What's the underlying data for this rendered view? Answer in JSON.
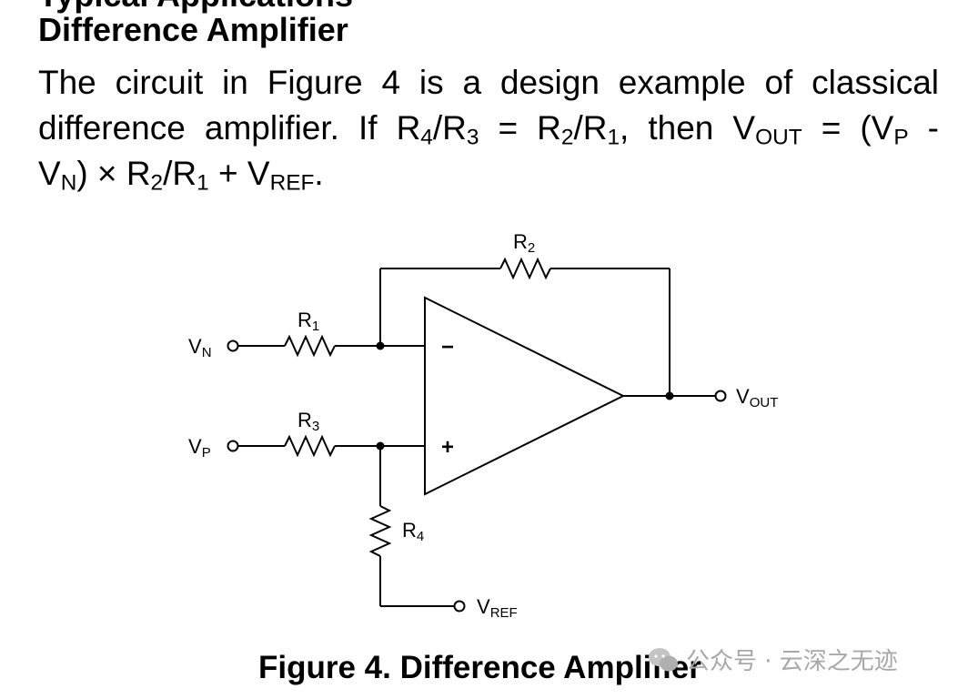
{
  "section": {
    "cut_heading": "Typical Applications",
    "heading": "Difference Amplifier"
  },
  "paragraph": {
    "p1": "The circuit in Figure 4 is a design example of classical",
    "p2a": "difference amplifier. If R",
    "r4": "4",
    "slash1": "/R",
    "r3": "3",
    "p2b": " = R",
    "r2a": "2",
    "slash2": "/R",
    "r1a": "1",
    "p2c": ", then V",
    "out": "OUT",
    "p2d": " = (V",
    "p": "P",
    "p2e": " -",
    "p3a": "V",
    "n": "N",
    "p3b": ") × R",
    "r2b": "2",
    "slash3": "/R",
    "r1b": "1",
    "p3c": " + V",
    "ref": "REF",
    "p3d": "."
  },
  "circuit": {
    "vn": {
      "main": "V",
      "sub": "N"
    },
    "vp": {
      "main": "V",
      "sub": "P"
    },
    "vout": {
      "main": "V",
      "sub": "OUT"
    },
    "vref": {
      "main": "V",
      "sub": "REF"
    },
    "r1": {
      "main": "R",
      "sub": "1"
    },
    "r2": {
      "main": "R",
      "sub": "2"
    },
    "r3": {
      "main": "R",
      "sub": "3"
    },
    "r4": {
      "main": "R",
      "sub": "4"
    },
    "minus": "−",
    "plus": "+"
  },
  "caption": "Figure 4. Difference Amplifier",
  "watermark": "公众号 · 云深之无迹"
}
